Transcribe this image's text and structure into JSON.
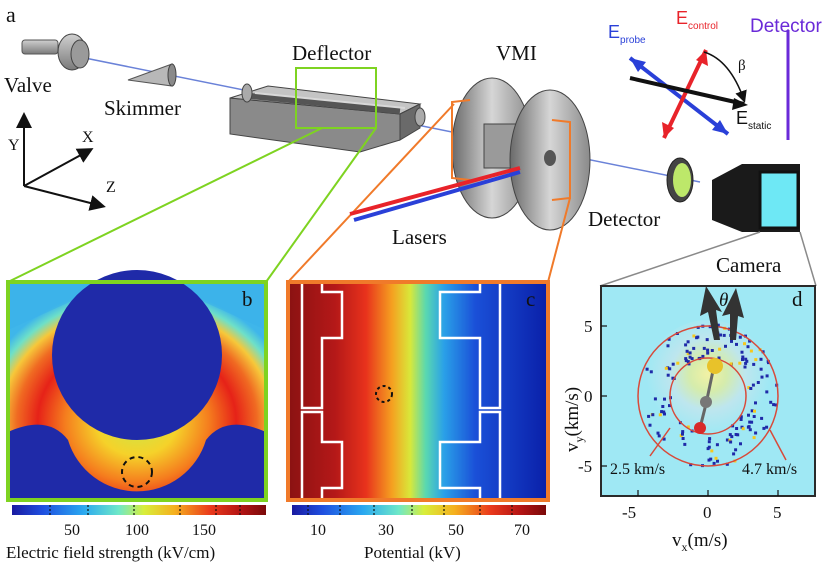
{
  "panel_labels": {
    "a": "a",
    "b": "b",
    "c": "c",
    "d": "d"
  },
  "apparatus": {
    "valve": "Valve",
    "skimmer": "Skimmer",
    "deflector": "Deflector",
    "vmi": "VMI",
    "lasers": "Lasers",
    "detector": "Detector",
    "camera": "Camera"
  },
  "axes_3d": {
    "x": "X",
    "y": "Y",
    "z": "Z"
  },
  "field_vectors": {
    "e_probe": {
      "main": "E",
      "sub": "probe",
      "color": "#2a40d8"
    },
    "e_control": {
      "main": "E",
      "sub": "control",
      "color": "#e8232a"
    },
    "e_static": {
      "main": "E",
      "sub": "static",
      "color": "#111111"
    },
    "beta": "β",
    "detector": {
      "label": "Detector",
      "color": "#6a2ad8"
    }
  },
  "panel_b": {
    "colorbar_ticks": [
      "50",
      "100",
      "150"
    ],
    "colorbar_label": "Electric field strength (kV/cm)",
    "frame_color": "#7ed321"
  },
  "panel_c": {
    "colorbar_ticks": [
      "10",
      "30",
      "50",
      "70"
    ],
    "colorbar_label": "Potential (kV)",
    "frame_color": "#f07a2a"
  },
  "panel_d": {
    "theta": "θ",
    "x_ticks": [
      "-5",
      "0",
      "5"
    ],
    "y_ticks": [
      "5",
      "0",
      "-5"
    ],
    "xlabel_main": "v",
    "xlabel_sub": "x",
    "xlabel_rest": "(m/s)",
    "ylabel_main": "v",
    "ylabel_sub": "y",
    "ylabel_rest": "(km/s)",
    "ring_inner": "2.5 km/s",
    "ring_outer": "4.7 km/s",
    "ring_color": "#d84a3a"
  }
}
